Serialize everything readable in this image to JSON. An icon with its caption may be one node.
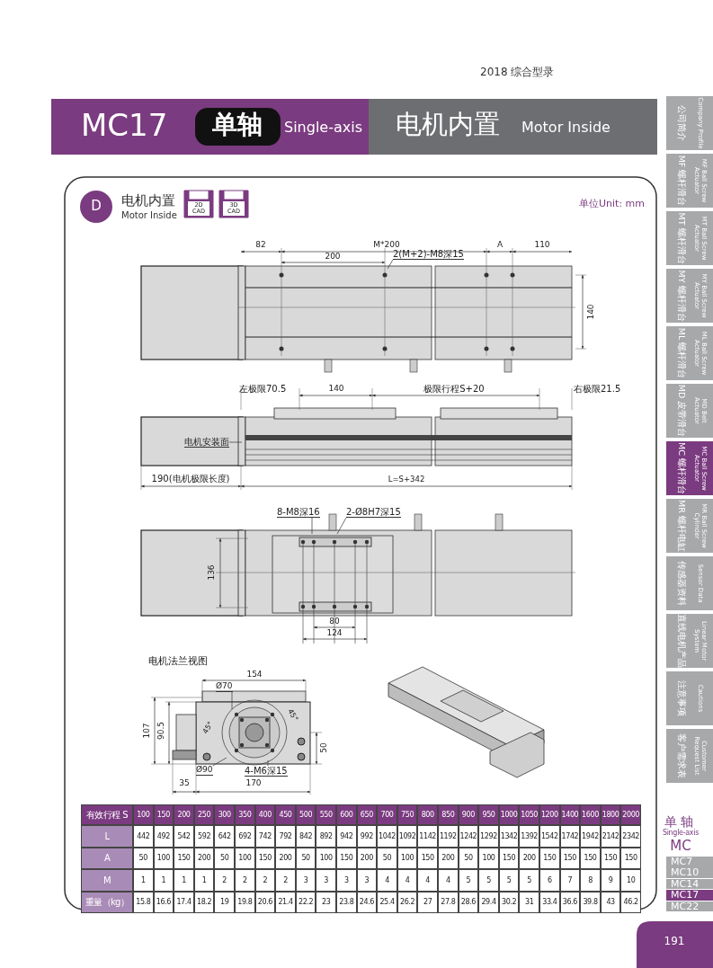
{
  "diagram": {
    "nodes": [
      {
        "text": [
          "2(M+2)-M8深15"
        ]
      },
      {
        "text": [
          "电机安装面"
        ]
      },
      {
        "text": [
          "8-M8深16"
        ]
      },
      {
        "text": [
          "2-Ø8H7深15"
        ]
      },
      {
        "text": [
          "Ø70"
        ]
      },
      {
        "text": [
          "Ø90"
        ]
      },
      {
        "text": [
          "4-M6深15"
        ]
      }
    ],
    "edges": [
      {
        "from": 0,
        "to": null,
        "arrow": "none"
      },
      {
        "from": 1,
        "to": null,
        "arrow": "none"
      },
      {
        "from": 2,
        "to": null,
        "arrow": "none"
      },
      {
        "from": 3,
        "to": null,
        "arrow": "none"
      },
      {
        "from": 4,
        "to": null,
        "arrow": "none"
      },
      {
        "from": 5,
        "to": null,
        "arrow": "none"
      },
      {
        "from": 6,
        "to": null,
        "arrow": "none"
      }
    ],
    "labels": [
      "2018  综合型录",
      "MC17",
      "单轴",
      "Single-axis",
      "电机内置",
      "Motor Inside",
      "公司简介",
      "Company Profile",
      "MF 螺杆滑台",
      "MF Ball Screw Actuator",
      "MT 螺杆滑台",
      "MT Ball Screw Actuator",
      "MY 螺杆滑台",
      "MY Ball Screw Actuator",
      "ML 螺杆滑台",
      "ML Ball Screw Actuator",
      "MD 皮带滑台",
      "MD Belt Actuator",
      "MC 螺杆滑台",
      "MC Ball Screw Actuator",
      "MR 螺杆电缸",
      "MR Ball Screw Cylinder",
      "传感器资料",
      "Sensor Data",
      "直线电机产品",
      "Linear Motor System",
      "注意事项",
      "Cautions",
      "客户需求表",
      "Customer Request List",
      "D",
      "电机内置",
      "Motor Inside",
      "2D CAD",
      "3D CAD",
      "单位Unit: mm",
      "82",
      "M*200",
      "A",
      "110",
      "200",
      "140",
      "左极限70.5",
      "140",
      "极限行程S+20",
      "右极限21.5",
      "190(电机极限长度)",
      "L=S+342",
      "136",
      "80",
      "124",
      "电机法兰视图",
      "154",
      "107",
      "90.5",
      "45°",
      "45°",
      "50",
      "35",
      "170",
      "有效行程 S",
      "100",
      "150",
      "200",
      "250",
      "300",
      "350",
      "400",
      "450",
      "500",
      "550",
      "600",
      "650",
      "700",
      "750",
      "800",
      "850",
      "900",
      "950",
      "1000",
      "1050",
      "1200",
      "1400",
      "1600",
      "1800",
      "2000",
      "L",
      "442",
      "492",
      "542",
      "592",
      "642",
      "692",
      "742",
      "792",
      "842",
      "892",
      "942",
      "992",
      "1042",
      "1092",
      "1142",
      "1192",
      "1242",
      "1292",
      "1342",
      "1392",
      "1542",
      "1742",
      "1942",
      "2142",
      "2342",
      "A",
      "50",
      "100",
      "150",
      "200",
      "50",
      "100",
      "150",
      "200",
      "50",
      "100",
      "150",
      "200",
      "50",
      "100",
      "150",
      "200",
      "50",
      "100",
      "150",
      "200",
      "150",
      "150",
      "150",
      "150",
      "150",
      "M",
      "1",
      "1",
      "1",
      "1",
      "2",
      "2",
      "2",
      "2",
      "3",
      "3",
      "3",
      "3",
      "4",
      "4",
      "4",
      "4",
      "5",
      "5",
      "5",
      "5",
      "6",
      "7",
      "8",
      "9",
      "10",
      "重量（kg）",
      "15.8",
      "16.6",
      "17.4",
      "18.2",
      "19",
      "19.8",
      "20.6",
      "21.4",
      "22.2",
      "23",
      "23.8",
      "24.6",
      "25.4",
      "26.2",
      "27",
      "27.8",
      "28.6",
      "29.4",
      "30.2",
      "31",
      "33.4",
      "36.6",
      "39.8",
      "43",
      "46.2",
      "单轴",
      "Single-axis",
      "MC",
      "MC7",
      "MC10",
      "MC14",
      "MC17",
      "MC22",
      "191"
    ]
  }
}
